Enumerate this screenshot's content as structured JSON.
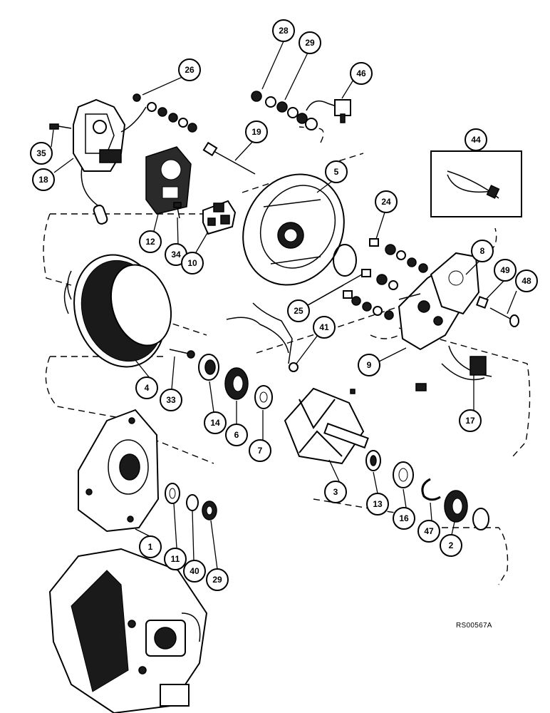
{
  "diagram": {
    "reference_code": "RS00567A",
    "callouts": [
      {
        "id": "c28",
        "label": "28"
      },
      {
        "id": "c29a",
        "label": "29"
      },
      {
        "id": "c46",
        "label": "46"
      },
      {
        "id": "c26",
        "label": "26"
      },
      {
        "id": "c19",
        "label": "19"
      },
      {
        "id": "c44",
        "label": "44"
      },
      {
        "id": "c35",
        "label": "35"
      },
      {
        "id": "c18",
        "label": "18"
      },
      {
        "id": "c5",
        "label": "5"
      },
      {
        "id": "c24",
        "label": "24"
      },
      {
        "id": "c12",
        "label": "12"
      },
      {
        "id": "c34",
        "label": "34"
      },
      {
        "id": "c10",
        "label": "10"
      },
      {
        "id": "c8",
        "label": "8"
      },
      {
        "id": "c49",
        "label": "49"
      },
      {
        "id": "c48",
        "label": "48"
      },
      {
        "id": "c25",
        "label": "25"
      },
      {
        "id": "c41",
        "label": "41"
      },
      {
        "id": "c4",
        "label": "4"
      },
      {
        "id": "c33",
        "label": "33"
      },
      {
        "id": "c9",
        "label": "9"
      },
      {
        "id": "c14",
        "label": "14"
      },
      {
        "id": "c6",
        "label": "6"
      },
      {
        "id": "c7",
        "label": "7"
      },
      {
        "id": "c17",
        "label": "17"
      },
      {
        "id": "c3",
        "label": "3"
      },
      {
        "id": "c13",
        "label": "13"
      },
      {
        "id": "c16",
        "label": "16"
      },
      {
        "id": "c47",
        "label": "47"
      },
      {
        "id": "c2",
        "label": "2"
      },
      {
        "id": "c1",
        "label": "1"
      },
      {
        "id": "c11",
        "label": "11"
      },
      {
        "id": "c40",
        "label": "40"
      },
      {
        "id": "c29b",
        "label": "29"
      }
    ]
  }
}
